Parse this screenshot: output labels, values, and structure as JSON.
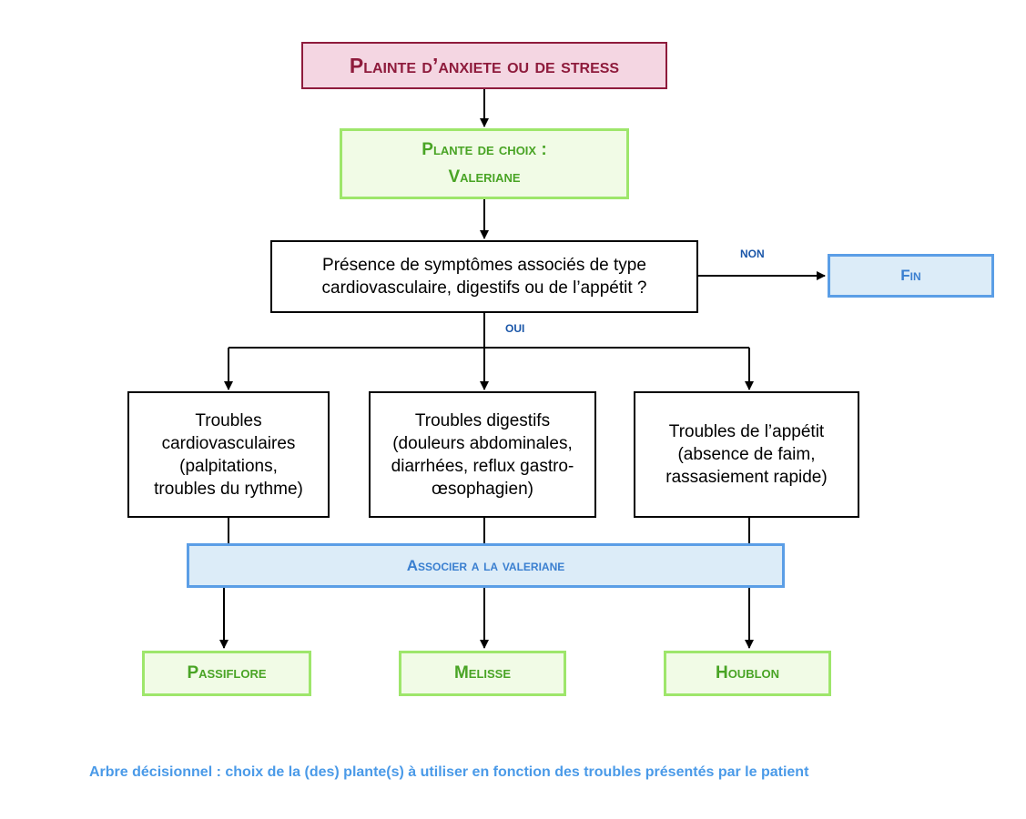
{
  "nodes": {
    "start": "Plainte d’anxiete ou de stress",
    "choice_line1": "Plante de choix :",
    "choice_line2": "Valeriane",
    "question_line1": "Présence de symptômes associés de type",
    "question_line2": "cardiovasculaire, digestifs ou de l’appétit ?",
    "end": "Fin",
    "trouble1": [
      "Troubles",
      "cardiovasculaires",
      "(palpitations,",
      "troubles du rythme)"
    ],
    "trouble2": [
      "Troubles digestifs",
      "(douleurs abdominales,",
      "diarrhées, reflux gastro-",
      "œsophagien)"
    ],
    "trouble3": [
      "Troubles de l’appétit",
      "(absence de faim,",
      "rassasiement rapide)"
    ],
    "associate": "Associer a la valeriane",
    "plant1": "Passiflore",
    "plant2": "Melisse",
    "plant3": "Houblon"
  },
  "edge_labels": {
    "no": "NON",
    "yes": "OUI"
  },
  "caption": "Arbre décisionnel : choix de la (des) plante(s) à utiliser en fonction des troubles présentés par le patient",
  "colors": {
    "title_border": "#8e1b3c",
    "title_fill": "#f4d6e2",
    "green_border": "#9ee66b",
    "green_text": "#49a425",
    "blue_border": "#5b9ee6",
    "blue_fill": "#dcecf8",
    "blue_text": "#3a7fd0",
    "caption": "#4a9ae8"
  }
}
